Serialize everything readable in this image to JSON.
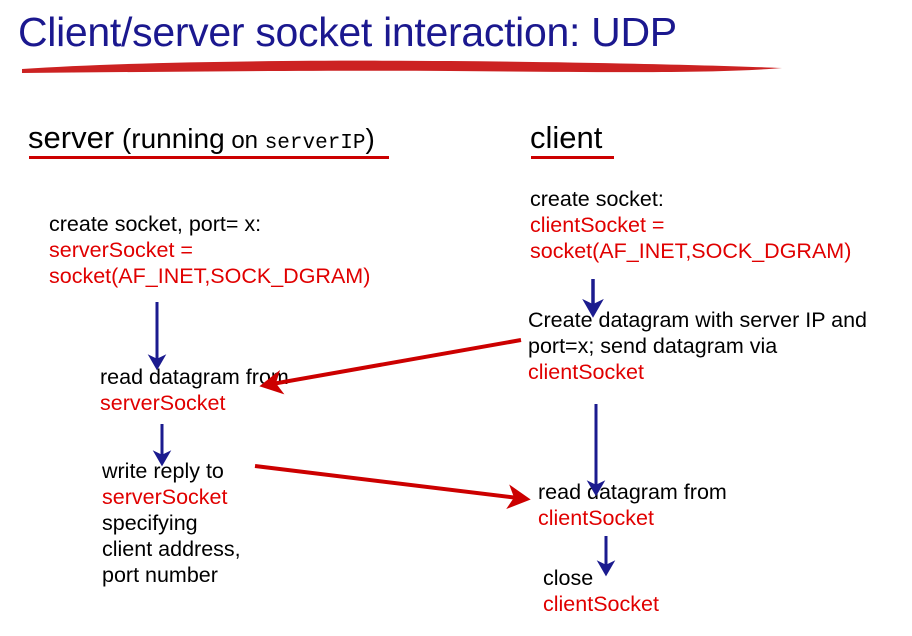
{
  "slide": {
    "title": "Client/server socket interaction: UDP",
    "title_color": "#1b188f",
    "accent_color": "#cc0000",
    "code_color": "#e00000",
    "arrow_color": "#1b1b8f"
  },
  "server_column": {
    "heading": {
      "name": "server",
      "paren_open": " (",
      "running": "running",
      "on": " on ",
      "host_var": "serverIP",
      "paren_close": ")"
    },
    "steps": [
      {
        "id": "create-socket",
        "lines": [
          {
            "text": "create socket, port= x:",
            "style": "black"
          },
          {
            "text": "serverSocket =",
            "style": "red"
          },
          {
            "text": "socket(AF_INET,SOCK_DGRAM)",
            "style": "red"
          }
        ]
      },
      {
        "id": "read-datagram",
        "lines": [
          {
            "text": "read datagram from",
            "style": "black"
          },
          {
            "text": "serverSocket",
            "style": "red"
          }
        ]
      },
      {
        "id": "write-reply",
        "lines": [
          {
            "text": "write reply to",
            "style": "black"
          },
          {
            "text": "serverSocket",
            "style": "red"
          },
          {
            "text": "specifying",
            "style": "black"
          },
          {
            "text": "client address,",
            "style": "black"
          },
          {
            "text": "port number",
            "style": "black"
          }
        ]
      }
    ]
  },
  "client_column": {
    "heading": {
      "name": "client"
    },
    "steps": [
      {
        "id": "create-socket",
        "lines": [
          {
            "text": "create socket:",
            "style": "black"
          },
          {
            "text": "clientSocket =",
            "style": "red"
          },
          {
            "text": "socket(AF_INET,SOCK_DGRAM)",
            "style": "red"
          }
        ]
      },
      {
        "id": "create-datagram",
        "lines": [
          {
            "text": "Create datagram with server IP and",
            "style": "black"
          },
          {
            "text": "port=x; send datagram via",
            "style": "black"
          },
          {
            "text": "clientSocket",
            "style": "red"
          }
        ]
      },
      {
        "id": "read-datagram",
        "lines": [
          {
            "text": "read datagram from",
            "style": "black"
          },
          {
            "text": "clientSocket",
            "style": "red"
          }
        ]
      },
      {
        "id": "close-socket",
        "lines": [
          {
            "text": "close",
            "style": "black"
          },
          {
            "text": "clientSocket",
            "style": "red"
          }
        ]
      }
    ]
  },
  "flow_arrows": {
    "server_down_1": "from create socket to read datagram",
    "server_down_2": "from read datagram to write reply",
    "client_down_1": "from create socket to create datagram",
    "client_down_2": "from create datagram to read datagram",
    "client_down_3": "from read datagram to close",
    "client_to_server": "datagram sent from client to server",
    "server_to_client": "reply sent from server to client"
  }
}
